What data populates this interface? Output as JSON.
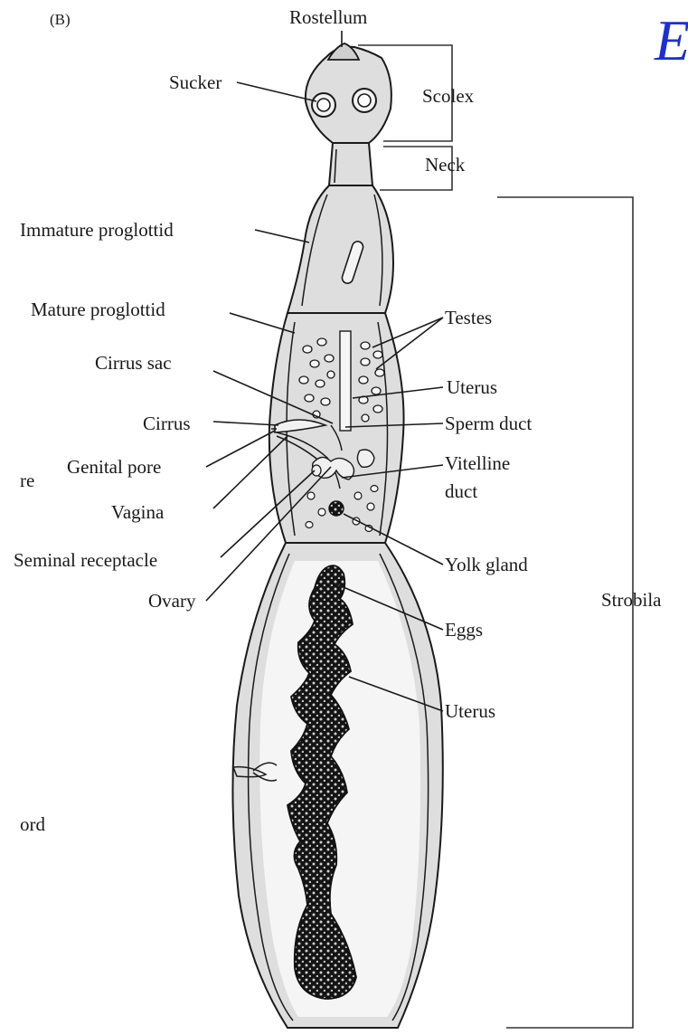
{
  "panel_label": "(B)",
  "big_letter": "E",
  "labels": {
    "rostellum": "Rostellum",
    "sucker": "Sucker",
    "scolex": "Scolex",
    "neck": "Neck",
    "strobila": "Strobila",
    "immature_proglottid": "Immature proglottid",
    "mature_proglottid": "Mature proglottid",
    "testes": "Testes",
    "cirrus_sac": "Cirrus sac",
    "uterus_mature": "Uterus",
    "cirrus": "Cirrus",
    "sperm_duct": "Sperm duct",
    "genital_pore": "Genital pore",
    "vitelline_duct_line1": "Vitelline",
    "vitelline_duct_line2": "duct",
    "vagina": "Vagina",
    "seminal_receptacle": "Seminal receptacle",
    "yolk_gland": "Yolk gland",
    "ovary": "Ovary",
    "eggs": "Eggs",
    "uterus_gravid": "Uterus"
  },
  "cropped_left_text": {
    "fragment_1": "re",
    "fragment_2": "ord"
  },
  "colors": {
    "ink": "#1a1a1a",
    "body_fill": "#dedede",
    "blue_letter": "#1c2fd6"
  }
}
